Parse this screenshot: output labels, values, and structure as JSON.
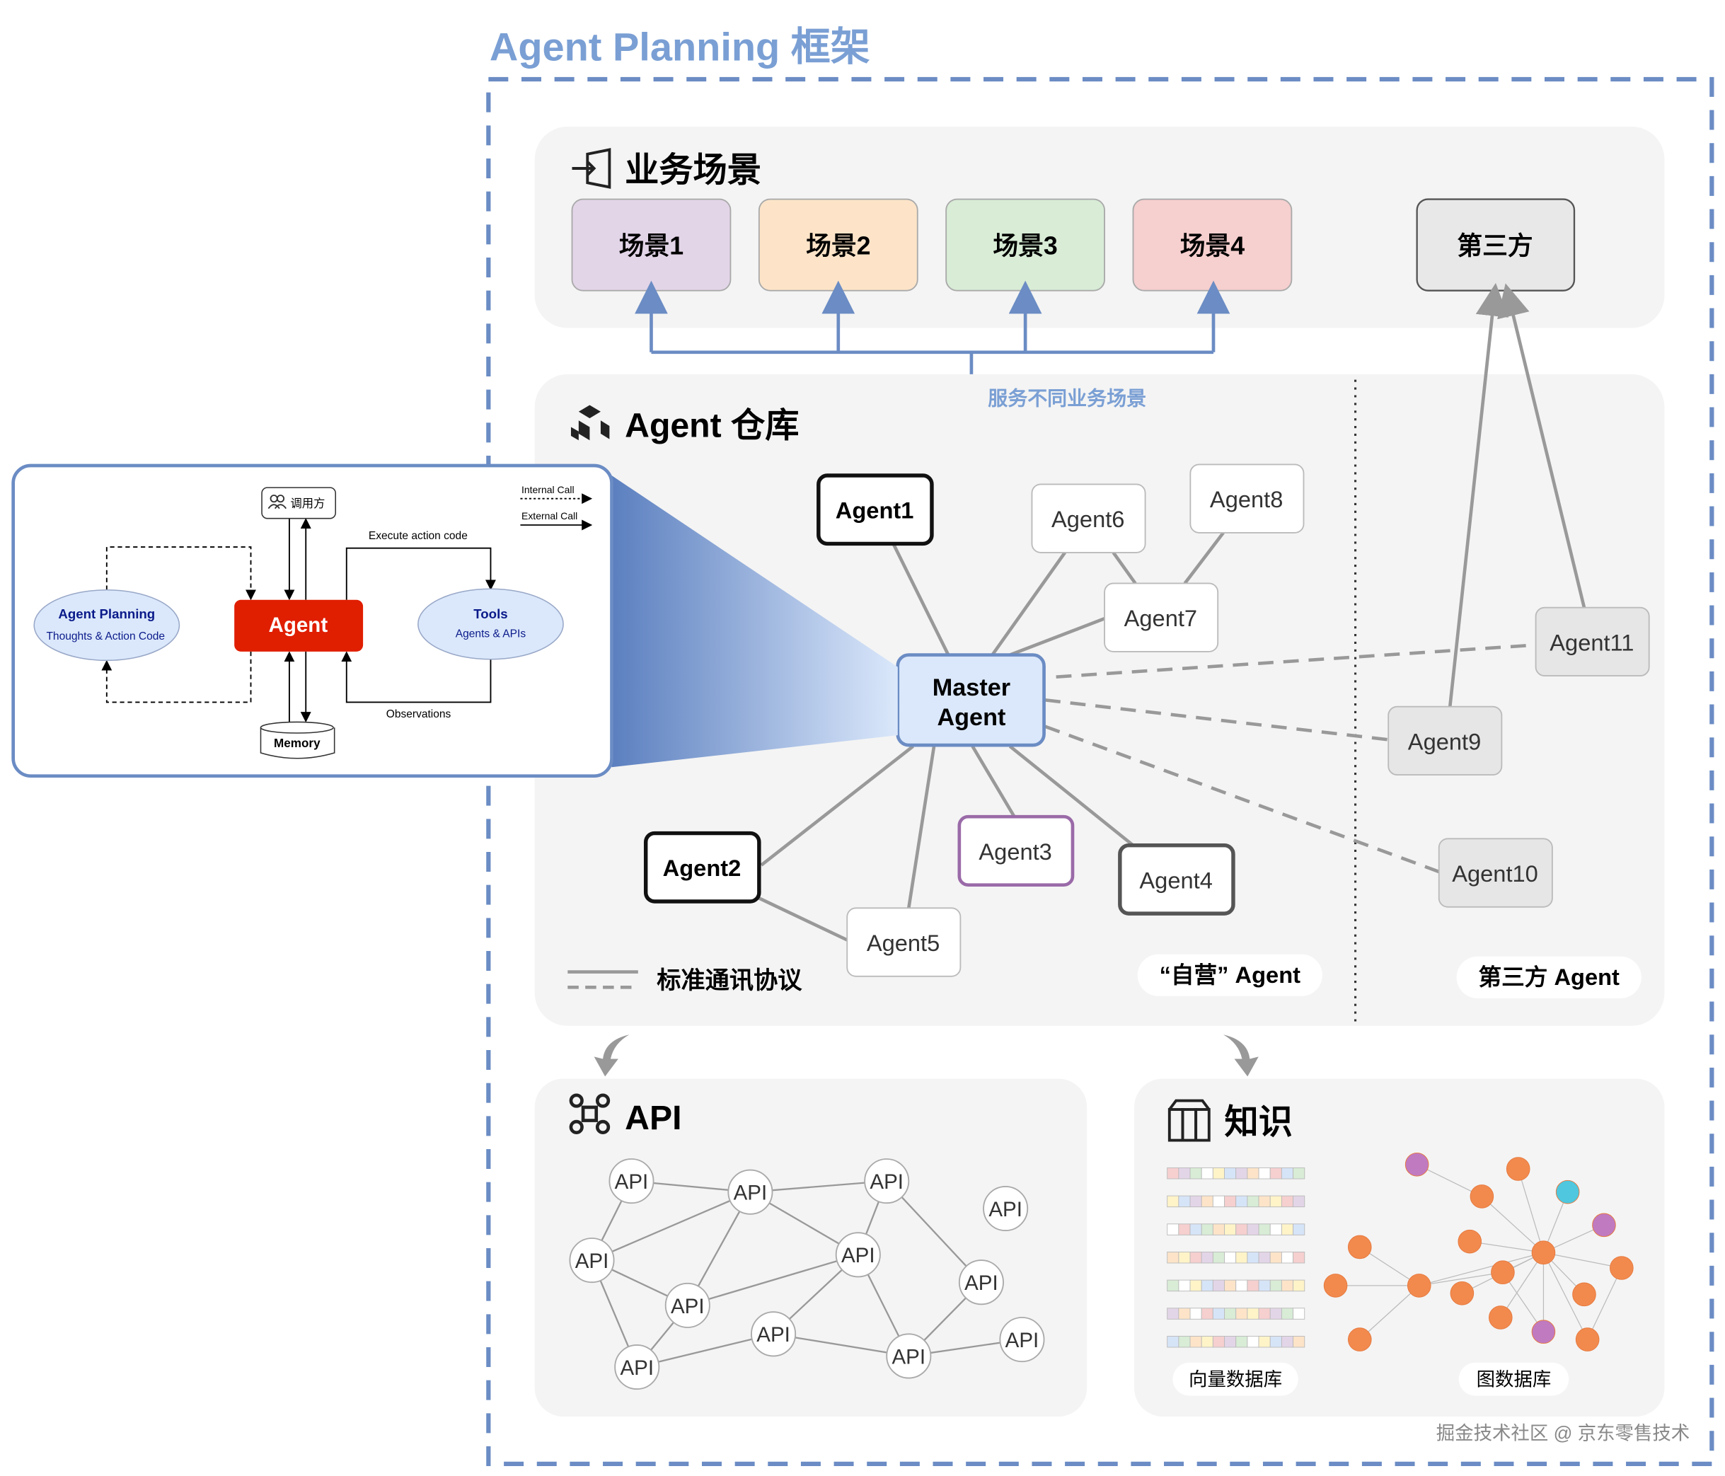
{
  "title": "Agent Planning 框架",
  "colors": {
    "accent": "#6b8cc4",
    "title": "#7a9fd4",
    "panel": "#f4f4f4",
    "agent_red": "#e01e00",
    "master_fill": "#dbe8fb"
  },
  "scenes": {
    "icon": "door-enter-icon",
    "heading": "业务场景",
    "items": [
      {
        "label": "场景1",
        "color": "#e3d5e8"
      },
      {
        "label": "场景2",
        "color": "#fde4c8"
      },
      {
        "label": "场景3",
        "color": "#d8ecd6"
      },
      {
        "label": "场景4",
        "color": "#f6cfcf"
      }
    ],
    "third_party": "第三方"
  },
  "warehouse": {
    "icon": "cubes-icon",
    "heading": "Agent 仓库",
    "serve_label": "服务不同业务场景",
    "master": [
      "Master",
      "Agent"
    ],
    "agents": [
      "Agent1",
      "Agent2",
      "Agent3",
      "Agent4",
      "Agent5",
      "Agent6",
      "Agent7",
      "Agent8",
      "Agent9",
      "Agent10",
      "Agent11"
    ],
    "legend_label": "标准通讯协议",
    "self_label": "“自营” Agent",
    "third_label": "第三方 Agent"
  },
  "inset": {
    "caller": "调用方",
    "agent": "Agent",
    "planning_title": "Agent Planning",
    "planning_sub": "Thoughts & Action Code",
    "tools_title": "Tools",
    "tools_sub": "Agents & APIs",
    "memory": "Memory",
    "execute": "Execute action code",
    "observations": "Observations",
    "internal_call": "Internal Call",
    "external_call": "External Call"
  },
  "api": {
    "icon": "network-icon",
    "heading": "API",
    "node_label": "API"
  },
  "knowledge": {
    "icon": "books-icon",
    "heading": "知识",
    "vector_label": "向量数据库",
    "graph_label": "图数据库"
  },
  "watermark": "掘金技术社区 @ 京东零售技术"
}
